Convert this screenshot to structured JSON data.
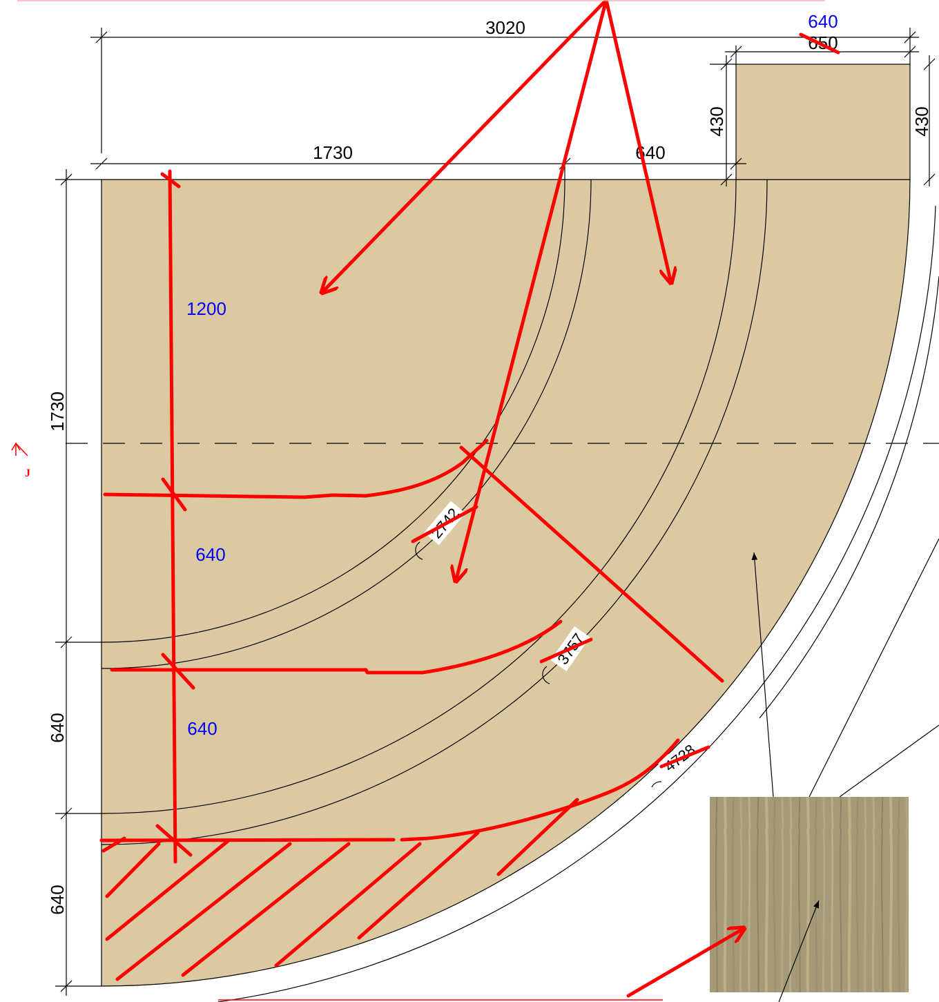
{
  "colors": {
    "wood": "#dbc9a1",
    "line": "#000000",
    "annotation_red": "#ff0000",
    "annotation_blue": "#0000ff",
    "texture_base": "#a59a78"
  },
  "dimensions": {
    "overall_width": "3020",
    "upper_part_width": "1730",
    "middle_part_width": "640",
    "top_block_width": "650",
    "top_block_height_left": "430",
    "top_block_height_right": "430",
    "left_upper_height": "1730",
    "left_middle_height": "640",
    "left_lower_height": "640"
  },
  "annotations": {
    "top_block_width_corrected": "640",
    "upper_height": "1200",
    "middle_height": "640",
    "lower_height": "640"
  },
  "radius_labels": [
    "2742",
    "3757",
    "4728"
  ],
  "section_marker": {
    "label": "J"
  },
  "material_swatch": {
    "icon": "wood-texture-swatch"
  }
}
